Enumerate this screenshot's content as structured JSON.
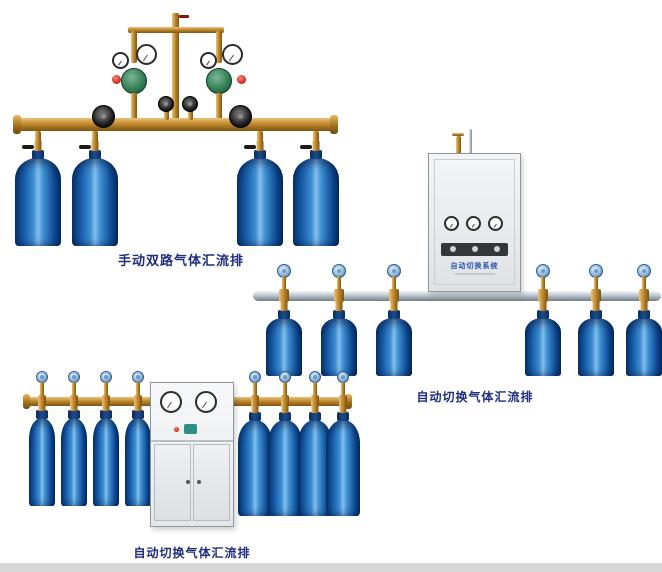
{
  "scenes": [
    {
      "id": "manual-dual-gas-manifold",
      "caption": "手动双路气体汇流排",
      "cylinder_count": 4
    },
    {
      "id": "auto-switch-gas-manifold-right",
      "caption": "自动切换气体汇流排",
      "cylinder_count": 6,
      "cabinet_label": "自动切换系统"
    },
    {
      "id": "auto-switch-gas-manifold-bottom",
      "caption": "自动切换气体汇流排",
      "cylinder_count": 8
    }
  ],
  "colors": {
    "caption_text": "#1f2e7d",
    "cylinder_blue": "#1558a6",
    "brass_pipe": "#c08a2e",
    "silver_pipe": "#b9c4ce",
    "background": "#ffffff"
  }
}
